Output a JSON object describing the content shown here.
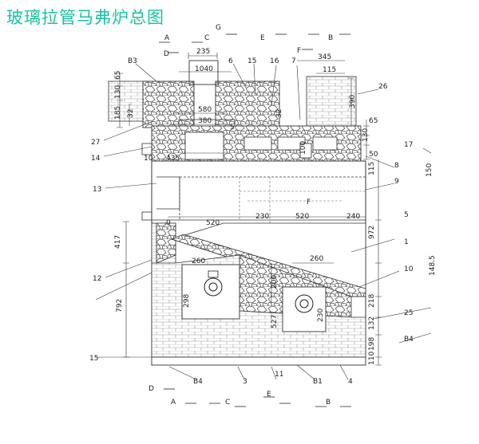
{
  "title": "玻璃拉管马弗炉总图",
  "labels": {
    "A_top": "A",
    "G": "G",
    "C_top": "C",
    "E_top": "E",
    "B_top": "B",
    "D_top": "D",
    "F_top": "F",
    "B3": "B3",
    "n6": "6",
    "n15": "15",
    "n16": "16",
    "n7": "7",
    "n26": "26",
    "n27": "27",
    "n14": "14",
    "n13": "13",
    "n12": "12",
    "n17": "17",
    "n8": "8",
    "n9": "9",
    "n5": "5",
    "n1": "1",
    "n10": "10",
    "n25": "25",
    "B4_right": "B4",
    "F_mid": "F",
    "D_bot": "D",
    "B4_bot": "B4",
    "n3": "3",
    "n11": "11",
    "B1": "B1",
    "n4": "4",
    "A_bot": "A",
    "C_bot": "C",
    "E_bot": "E",
    "B_bot": "B"
  },
  "dims": {
    "d235": "235",
    "d1040": "1040",
    "d345": "345",
    "d115_top": "115",
    "d580": "580",
    "d380": "380",
    "d65_l": "65",
    "d130_l": "130",
    "d185": "185",
    "d32_l": "32",
    "d32_m": "32",
    "d5": "5",
    "d390": "390",
    "d65_r": "65",
    "d130_r": "130",
    "d50": "50",
    "d115_r": "115",
    "d150": "150",
    "d10": "10",
    "d435": "435",
    "d100": "100",
    "d0": "0",
    "d520_l": "520",
    "d230": "230",
    "d520_r": "520",
    "d240": "240",
    "d972": "972",
    "d417": "417",
    "d260_l": "260",
    "d260_r": "260",
    "d200": "200",
    "d298": "298",
    "d527": "527",
    "d230_b": "230",
    "d148": "148.5",
    "d218": "218",
    "d132": "132",
    "d198": "198",
    "d110": "110",
    "d792": "792",
    "d15": "15"
  },
  "colors": {
    "title": "#18c3a0",
    "line": "#2a2a2a",
    "cobble": "#5a5a5a",
    "brick": "#a8a8a8"
  }
}
